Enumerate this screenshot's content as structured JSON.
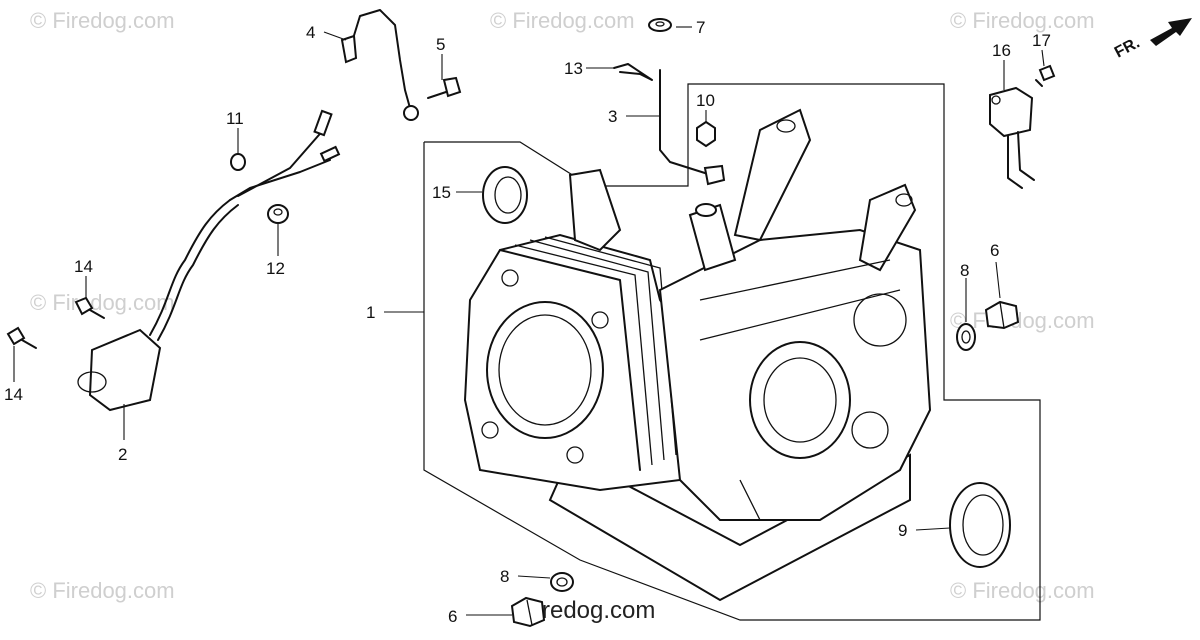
{
  "watermark": {
    "text": "© Firedog.com",
    "center_text": "Firedog.com"
  },
  "direction_label": "FR.",
  "callouts": [
    {
      "id": "p1",
      "label": "1"
    },
    {
      "id": "p2",
      "label": "2"
    },
    {
      "id": "p3",
      "label": "3"
    },
    {
      "id": "p4",
      "label": "4"
    },
    {
      "id": "p5",
      "label": "5"
    },
    {
      "id": "p6a",
      "label": "6"
    },
    {
      "id": "p6b",
      "label": "6"
    },
    {
      "id": "p7",
      "label": "7"
    },
    {
      "id": "p8a",
      "label": "8"
    },
    {
      "id": "p8b",
      "label": "8"
    },
    {
      "id": "p9",
      "label": "9"
    },
    {
      "id": "p10",
      "label": "10"
    },
    {
      "id": "p11",
      "label": "11"
    },
    {
      "id": "p12",
      "label": "12"
    },
    {
      "id": "p13",
      "label": "13"
    },
    {
      "id": "p14a",
      "label": "14"
    },
    {
      "id": "p14b",
      "label": "14"
    },
    {
      "id": "p15",
      "label": "15"
    },
    {
      "id": "p16",
      "label": "16"
    },
    {
      "id": "p17",
      "label": "17"
    }
  ]
}
